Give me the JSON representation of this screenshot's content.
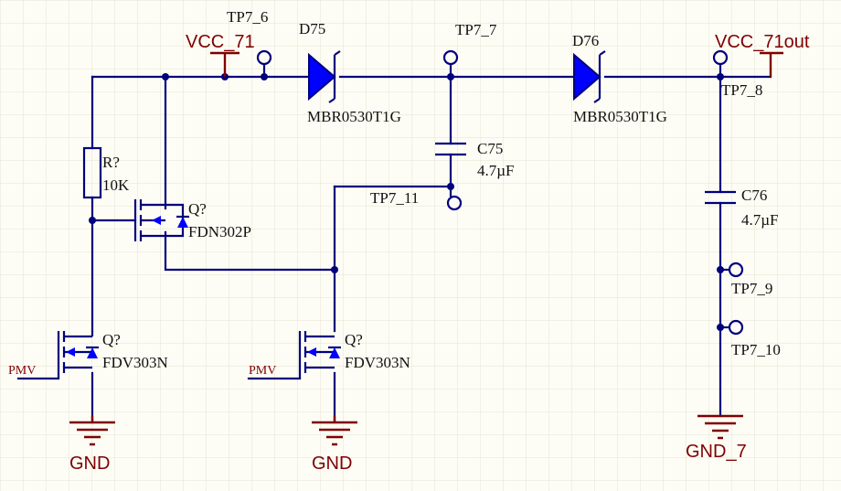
{
  "colors": {
    "wire": "#00007f",
    "power": "#7f0000",
    "grid": "#e2e2d2",
    "background": "#fdfdf5"
  },
  "power_ports": {
    "vcc_in": "VCC_71",
    "vcc_out": "VCC_71out",
    "gnd_1": "GND",
    "gnd_2": "GND",
    "gnd_3": "GND_7"
  },
  "net_labels": {
    "pmv_1": "PMV",
    "pmv_2": "PMV"
  },
  "test_points": {
    "tp6": "TP7_6",
    "tp7": "TP7_7",
    "tp8": "TP7_8",
    "tp9": "TP7_9",
    "tp10": "TP7_10",
    "tp11": "TP7_11"
  },
  "diodes": {
    "d75": {
      "designator": "D75",
      "part": "MBR0530T1G"
    },
    "d76": {
      "designator": "D76",
      "part": "MBR0530T1G"
    }
  },
  "capacitors": {
    "c75": {
      "designator": "C75",
      "value": "4.7µF"
    },
    "c76": {
      "designator": "C76",
      "value": "4.7µF"
    }
  },
  "resistor": {
    "designator": "R?",
    "value": "10K"
  },
  "transistors": {
    "pmos": {
      "designator": "Q?",
      "part": "FDN302P"
    },
    "nmos_1": {
      "designator": "Q?",
      "part": "FDV303N"
    },
    "nmos_2": {
      "designator": "Q?",
      "part": "FDV303N"
    }
  }
}
